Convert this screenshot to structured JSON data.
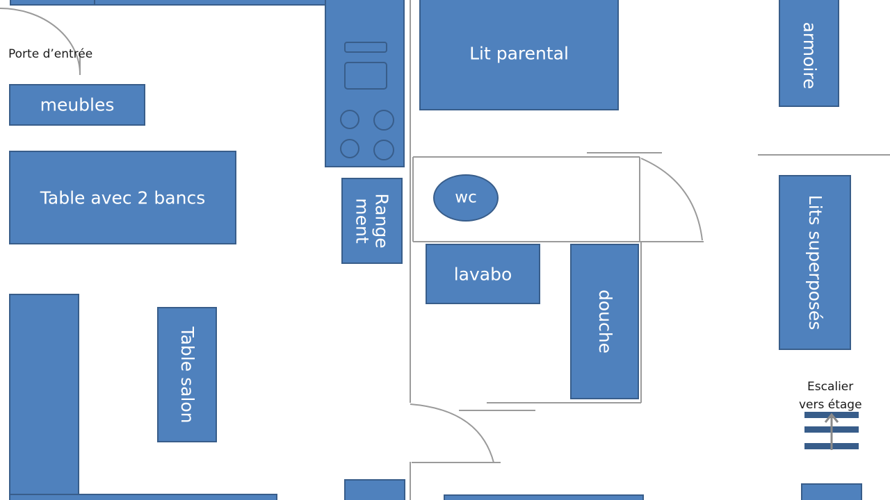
{
  "colors": {
    "fill": "#4f81bd",
    "border": "#385d8a",
    "wall": "#9a9a9a"
  },
  "labels": {
    "entrance_door": "Porte d’entrée",
    "furniture": "meubles",
    "dining_table": "Table avec 2 bancs",
    "coffee_table": "Table salon",
    "storage_line1": "Range",
    "storage_line2": "ment",
    "parent_bed": "Lit parental",
    "wardrobe": "armoire",
    "wc": "wc",
    "sink": "lavabo",
    "shower": "douche",
    "bunk_beds": "Lits superposés",
    "stairs_line1": "Escalier",
    "stairs_line2": "vers étage"
  }
}
